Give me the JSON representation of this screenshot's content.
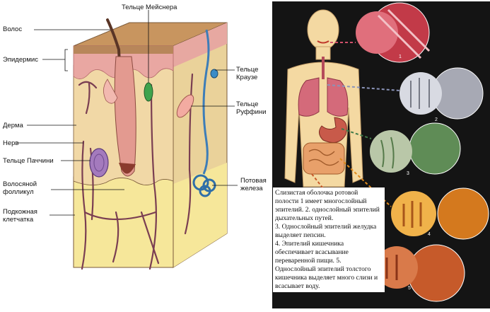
{
  "skin_labels": {
    "hair": "Волос",
    "meissner": "Тельце Мейснера",
    "epidermis": "Эпидермис",
    "krause": "Тельце\nКраузе",
    "ruffini": "Тельце\nРуффини",
    "dermis": "Дерма",
    "nerve": "Нерв",
    "pacini": "Тельце Паччини",
    "follicle": "Волосяной\nфолликул",
    "sweat": "Потовая\nжелеза",
    "subcutis": "Подкожная\nклетчатка"
  },
  "caption": {
    "paragraphs": [
      "Слизистая оболочка ротовой полости 1 имеет многослойный эпителий. 2. однослойный эпителий дыхательных путей.",
      "3. Однослойный эпителий желудка выделяет пепсин.",
      "4. Эпителий кишечника обеспечивает всасывание переваренной пищи. 5. Однослойный эпителий толстого кишечника выделяет много слизи и всасывает воду."
    ]
  },
  "circle_numbers": [
    "1",
    "2",
    "3",
    "4",
    "5"
  ],
  "colors": {
    "epidermis_top": "#c8955f",
    "dermis": "#f1d8a6",
    "subcutis": "#f6e79a",
    "nerve": "#7a3e52",
    "body": "#f4d9a2",
    "panel": "#141414"
  }
}
